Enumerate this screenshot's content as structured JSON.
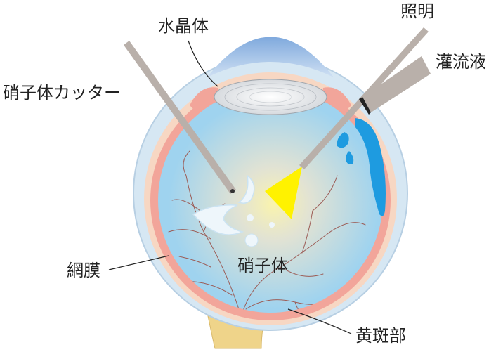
{
  "labels": {
    "lens": "水晶体",
    "illumination": "照明",
    "infusion": "灌流液",
    "cutter": "硝子体カッター",
    "vitreous": "硝子体",
    "retina": "網膜",
    "macula": "黄斑部"
  },
  "colors": {
    "vitreous": "#9fd3ef",
    "retina": "#f2a59a",
    "choroid": "#f7d7c3",
    "sclera": "#d6e7f3",
    "cornea": "#9fc2e6",
    "light": "#fff200",
    "infusion_fluid": "#1e9be0",
    "instrument": "#b9b0aa",
    "tube_tip": "#222222",
    "optic_nerve": "#efd48a",
    "vessel": "#9c5b55"
  }
}
